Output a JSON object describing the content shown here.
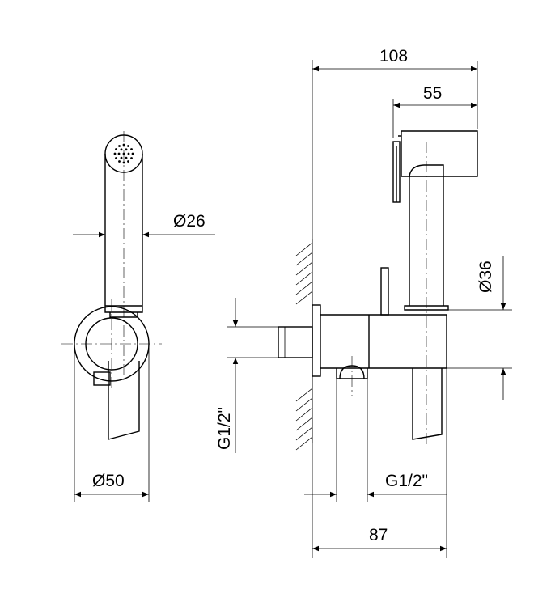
{
  "dimensions": {
    "total_length": "108",
    "head_length": "55",
    "handle_diameter": "Ø26",
    "holder_diameter": "Ø36",
    "wall_thread": "G1/2\"",
    "outlet_thread": "G1/2\"",
    "outlet_offset": "87",
    "holder_ring_diameter": "Ø50"
  }
}
